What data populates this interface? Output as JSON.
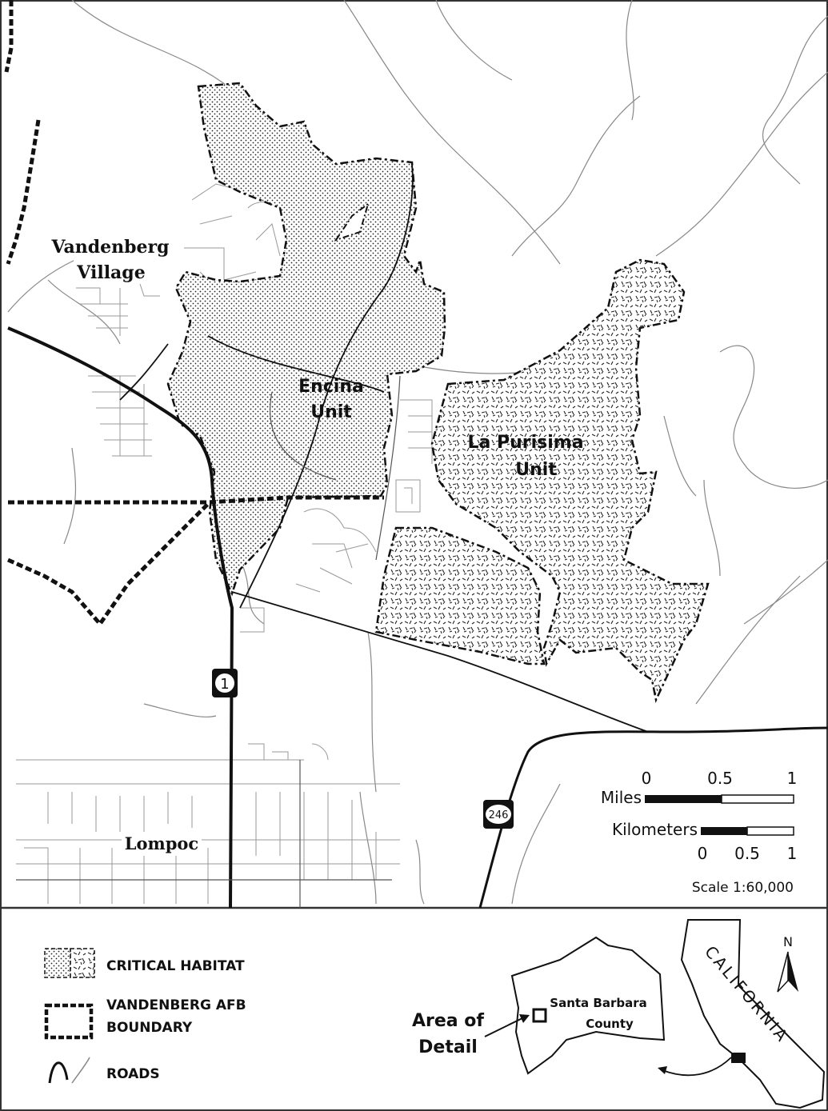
{
  "places": {
    "vandenberg_village_line1": "Vandenberg",
    "vandenberg_village_line2": "Village",
    "lompoc": "Lompoc"
  },
  "units": {
    "encina_line1": "Encina",
    "encina_line2": "Unit",
    "la_purisima_line1": "La Purisima",
    "la_purisima_line2": "Unit"
  },
  "highways": {
    "hwy1": "1",
    "hwy246": "246"
  },
  "scale": {
    "miles_label": "Miles",
    "miles_ticks": [
      "0",
      "0.5",
      "1"
    ],
    "km_label": "Kilometers",
    "km_ticks": [
      "0",
      "0.5",
      "1"
    ],
    "ratio": "Scale 1:60,000"
  },
  "legend": {
    "critical_habitat": "CRITICAL HABITAT",
    "afb_line1": "VANDENBERG AFB",
    "afb_line2": "BOUNDARY",
    "roads": "ROADS"
  },
  "inset": {
    "area_line1": "Area of",
    "area_line2": "Detail",
    "county_line1": "Santa Barbara",
    "county_line2": "County",
    "state": "CALIFORNIA",
    "north": "N"
  },
  "colors": {
    "ink": "#111111",
    "road": "#888888",
    "background": "#ffffff"
  }
}
